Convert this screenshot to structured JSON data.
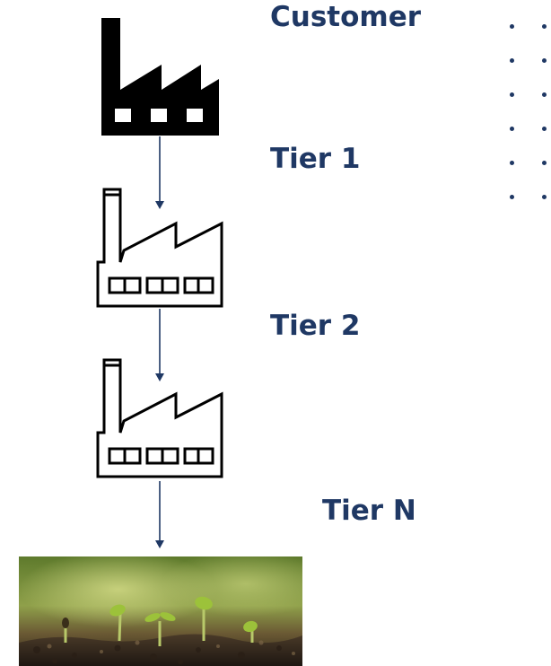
{
  "labels": {
    "customer": "Customer",
    "tier1": "Tier 1",
    "tier2": "Tier 2",
    "tierN": "Tier N"
  },
  "colors": {
    "label": "#1f3864",
    "arrow": "#1f3864",
    "factory": "#000000"
  },
  "icons": {
    "customer": "factory-filled-icon",
    "tier1": "factory-outline-icon",
    "tier2": "factory-outline-icon",
    "dots": "dot-grid-decoration",
    "photo": "seedlings-in-soil-photo"
  }
}
